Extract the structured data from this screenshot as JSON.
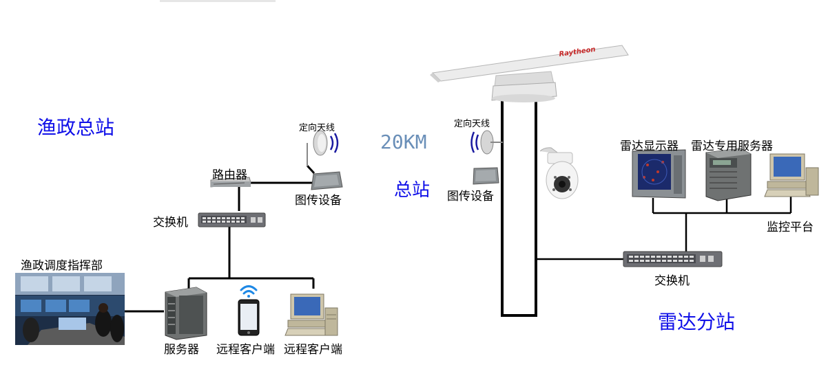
{
  "headquarters": {
    "title": "渔政总站",
    "antenna_label": "定向天线",
    "transmission_label": "图传设备",
    "router_label": "路由器",
    "switch_label": "交换机",
    "command_label": "渔政调度指挥部",
    "server_label": "服务器",
    "remote_client_1": "远程客户端",
    "remote_client_2": "远程客户端"
  },
  "link": {
    "distance": "20KM",
    "station_label": "总站",
    "antenna_label": "定向天线",
    "transmission_label": "图传设备",
    "radar_brand": "Raytheon"
  },
  "radar_station": {
    "title": "雷达分站",
    "display_label": "雷达显示器",
    "server_label": "雷达专用服务器",
    "monitor_label": "监控平台",
    "switch_label": "交换机"
  },
  "colors": {
    "title_blue": "#1010e8",
    "distance_blue": "#6a8fb8",
    "wifi_blue": "#1e88e5"
  }
}
